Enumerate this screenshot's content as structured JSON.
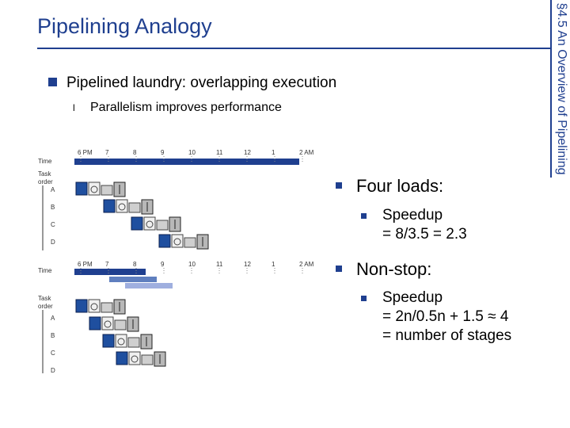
{
  "slide": {
    "title": "Pipelining Analogy",
    "side_label": "§4.5 An Overview of Pipelining"
  },
  "bullets": {
    "main": "Pipelined laundry: overlapping execution",
    "sub": "Parallelism improves performance"
  },
  "right": {
    "four_loads": "Four loads:",
    "speedup1_line1": "Speedup",
    "speedup1_line2": "= 8/3.5 = 2.3",
    "nonstop": "Non-stop:",
    "speedup2_line1": "Speedup",
    "speedup2_line2": "= 2n/0.5n + 1.5 ≈ 4",
    "speedup2_line3": "= number of stages"
  },
  "diagram": {
    "time_label": "Time",
    "task_label_1": "Task",
    "task_label_2": "order",
    "times": [
      "6 PM",
      "7",
      "8",
      "9",
      "10",
      "11",
      "12",
      "1",
      "2 AM"
    ],
    "tasks": [
      "A",
      "B",
      "C",
      "D"
    ]
  },
  "colors": {
    "accent": "#1f3f8f",
    "washer": "#1f4f9f",
    "dryer": "#cfcfcf"
  }
}
